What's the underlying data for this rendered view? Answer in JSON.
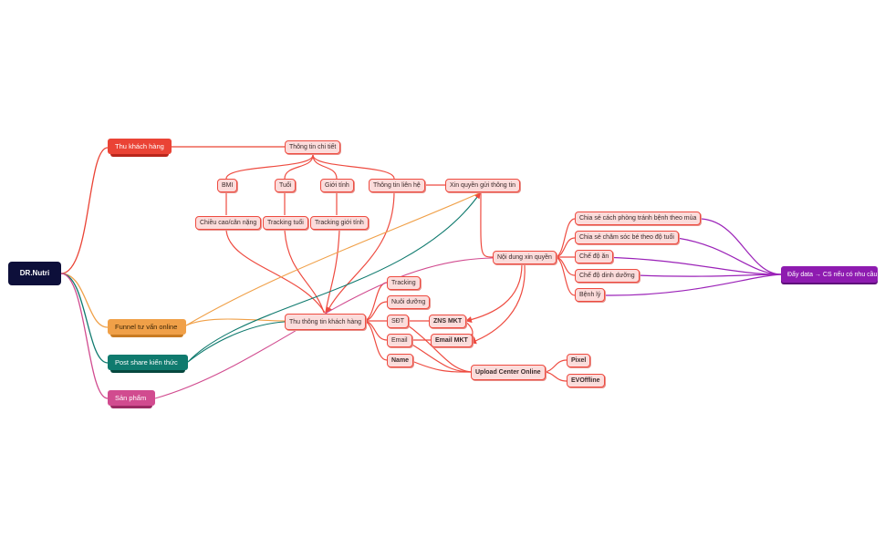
{
  "root": {
    "label": "DR.Nutri"
  },
  "branches": {
    "thu_khach_hang": {
      "label": "Thu khách hàng",
      "color": "#ea4335"
    },
    "funnel": {
      "label": "Funnel tư vấn online",
      "color": "#f0a048"
    },
    "post_share": {
      "label": "Post share kiến thức",
      "color": "#0f7a6e"
    },
    "san_pham": {
      "label": "Sản phẩm",
      "color": "#d14b8f"
    }
  },
  "nodes": {
    "thong_tin_chi_tiet": "Thông tin chi tiết",
    "bmi": "BMI",
    "tuoi": "Tuổi",
    "gioi_tinh": "Giới tính",
    "thong_tin_lien_he": "Thông tin liên hệ",
    "xin_quyen": "Xin quyền gửi thông tin",
    "chieu_cao": "Chiều cao/cân nặng",
    "tracking_tuoi": "Tracking tuổi",
    "tracking_gioi_tinh": "Tracking giới tính",
    "noi_dung_xin_quyen": "Nội dung xin quyền",
    "thu_thong_tin": "Thu thông tin khách hàng",
    "tracking": "Tracking",
    "nuoi_duong": "Nuôi dưỡng",
    "sdt": "SĐT",
    "email": "Email",
    "name": "Name",
    "zns_mkt": "ZNS MKT",
    "email_mkt": "Email MKT",
    "upload": "Upload Center Online",
    "pixel": "Pixel",
    "evoffline": "EVOffline",
    "chia_se_phong_tranh": "Chia sẻ cách phòng tránh bệnh theo mùa",
    "chia_se_cham_soc": "Chia sẻ chăm sóc bé theo độ tuổi",
    "che_do_an": "Chế độ ăn",
    "che_do_dinh_duong": "Chế độ dinh dưỡng",
    "benh_ly": "Bệnh lý",
    "day_data": "Đẩy data → CS nếu có nhu cầu"
  },
  "colors": {
    "root": "#0d0f3a",
    "link_red": "#ee4b40",
    "link_purple": "#9b22b8",
    "node_fill": "#fbdcdb"
  }
}
